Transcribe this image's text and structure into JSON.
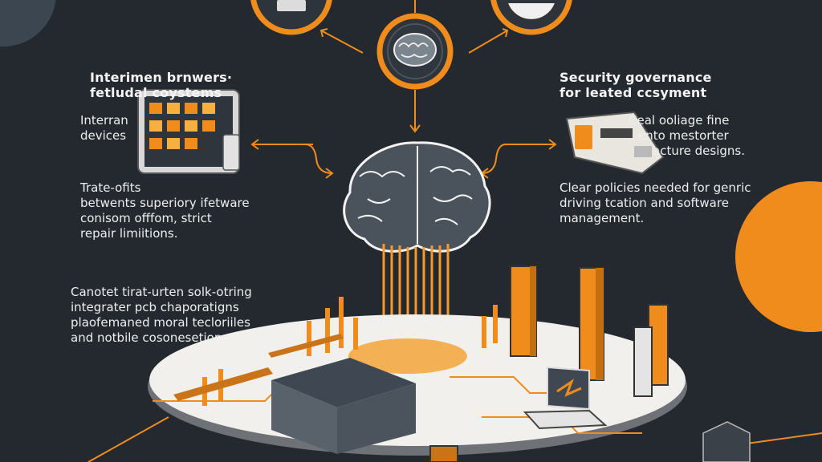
{
  "left": {
    "heading_line1": "Interimen brnwers·",
    "heading_line2": "fetludal coystems",
    "devices_line1": "Interran",
    "devices_line2": "devices",
    "tradeoffs_line1": "Trate-ofits",
    "tradeoffs_line2": "betwents superiory ifetware",
    "tradeoffs_line3": "conisom offfom, strict",
    "tradeoffs_line4": "repair limiitions.",
    "cannot_line1": "Canotet tirat-urten solk-otring",
    "cannot_line2": "integrater pcb chaporatigns",
    "cannot_line3": "plaofemaned moral tecloriiles",
    "cannot_line4": "and notbile cosonesetion."
  },
  "right": {
    "heading_line1": "Security governance",
    "heading_line2": "for leated ccsyment",
    "ceal_line1": "Ceal ooliage fine",
    "ceal_line2": "ento mestorter",
    "ceal_line3": "acture designs.",
    "policies_line1": "Clear policies needed for genric",
    "policies_line2": "driving tcation and software",
    "policies_line3": "management."
  },
  "icons": [
    "lock-icon",
    "brain-icon",
    "gauge-icon",
    "tablet-devices-icon",
    "security-scanner-icon"
  ],
  "colors": {
    "background": "#24292f",
    "accent_orange": "#f08c1c",
    "brain_fill": "#4a535c",
    "platform": "#f1f0ec",
    "building_dark": "#3f4852"
  }
}
